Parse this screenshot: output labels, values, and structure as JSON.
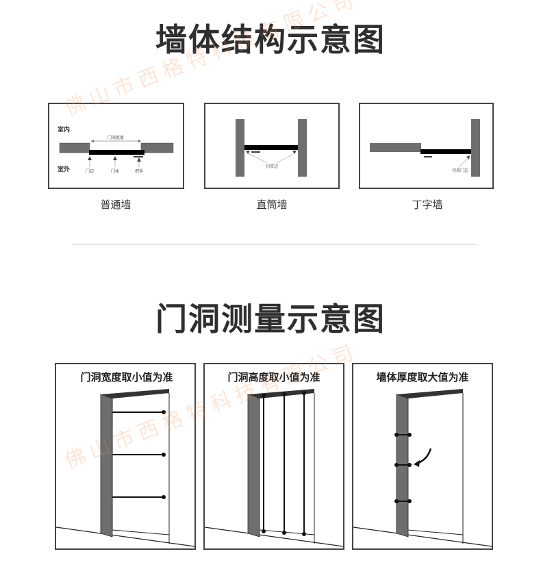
{
  "section1": {
    "title": "墙体结构示意图",
    "diagrams": [
      {
        "caption": "普通墙",
        "labels": {
          "indoor": "室内",
          "outdoor": "室外",
          "width": "门洞宽度",
          "frame": "门边",
          "door": "门体",
          "handle": "把手"
        }
      },
      {
        "caption": "直筒墙",
        "labels": {
          "cut": "切双边"
        }
      },
      {
        "caption": "丁字墙",
        "labels": {
          "cut": "切单门边"
        }
      }
    ]
  },
  "section2": {
    "title": "门洞测量示意图",
    "diagrams": [
      {
        "title": "门洞宽度取小值为准"
      },
      {
        "title": "门洞高度取小值为准"
      },
      {
        "title": "墙体厚度取大值为准"
      }
    ]
  },
  "watermark": "佛山市西格特科技有限公司",
  "colors": {
    "wall": "#6e6e6e",
    "door": "#000000",
    "watermark": "#f08c50"
  }
}
